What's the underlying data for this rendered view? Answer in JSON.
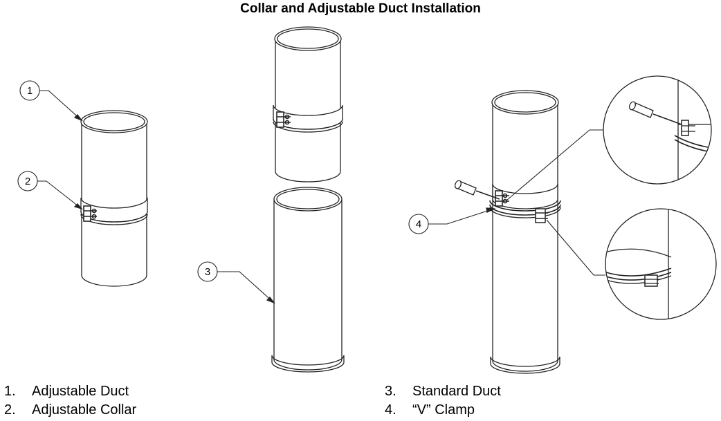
{
  "title": "Collar and Adjustable Duct Installation",
  "callouts": [
    "1",
    "2",
    "3",
    "4"
  ],
  "legend": {
    "left": [
      {
        "num": "1.",
        "label": "Adjustable Duct"
      },
      {
        "num": "2.",
        "label": "Adjustable Collar"
      }
    ],
    "right": [
      {
        "num": "3.",
        "label": "Standard Duct"
      },
      {
        "num": "4.",
        "label": "“V” Clamp"
      }
    ]
  }
}
